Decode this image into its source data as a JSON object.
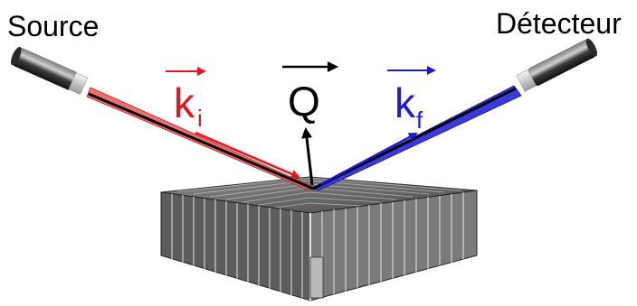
{
  "labels": {
    "source": "Source",
    "detector": "Détecteur",
    "ki_main": "k",
    "ki_sub": "i",
    "kf_main": "k",
    "kf_sub": "f",
    "q": "Q"
  },
  "colors": {
    "incident": "#e8141a",
    "scattered": "#1b1bd6",
    "normal": "#000000",
    "beam_incident_fill": "#ef6e6e",
    "beam_scattered_fill": "#3a3ae0",
    "crystal_dark": "#3a3a3a",
    "crystal_mid": "#6e6e6e",
    "crystal_light": "#9a9a9a"
  },
  "icons": {
    "source": "cylinder-emitter-icon",
    "detector": "cylinder-detector-icon",
    "sample": "layered-crystal-icon"
  }
}
